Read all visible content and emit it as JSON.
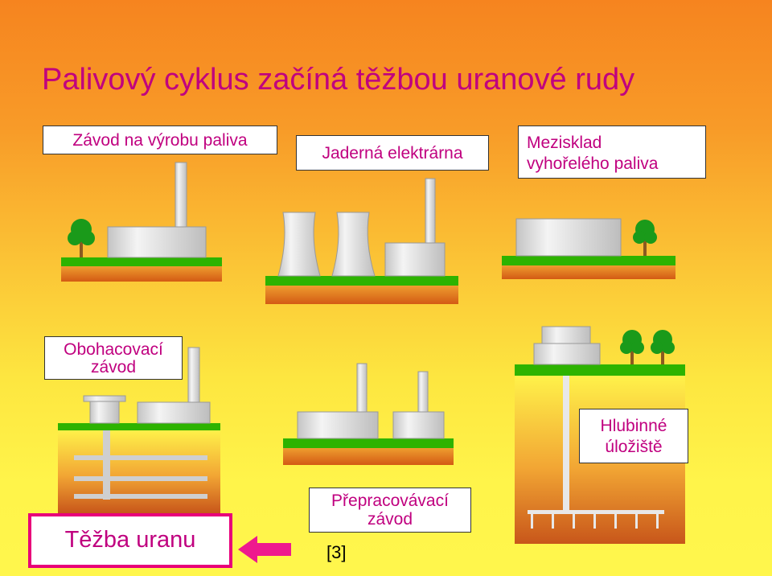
{
  "title": "Palivový cyklus začíná těžbou uranové rudy",
  "labels": {
    "fuel_plant": "Závod na výrobu paliva",
    "npp": "Jaderná elektrárna",
    "interim_storage_1": "Mezisklad",
    "interim_storage_2": "vyhořelého paliva",
    "enrichment_1": "Obohacovací",
    "enrichment_2": "závod",
    "repository_1": "Hlubinné",
    "repository_2": "úložiště",
    "reprocessing_1": "Přepracovávací",
    "reprocessing_2": "závod",
    "mining": "Těžba uranu"
  },
  "reference": "[3]",
  "colors": {
    "title": "#c0007f",
    "accent_border": "#e8007a",
    "grass": "#2db300",
    "soil": "#d9661a",
    "building": "#d9d9d9",
    "tree": "#1a9a1a"
  }
}
